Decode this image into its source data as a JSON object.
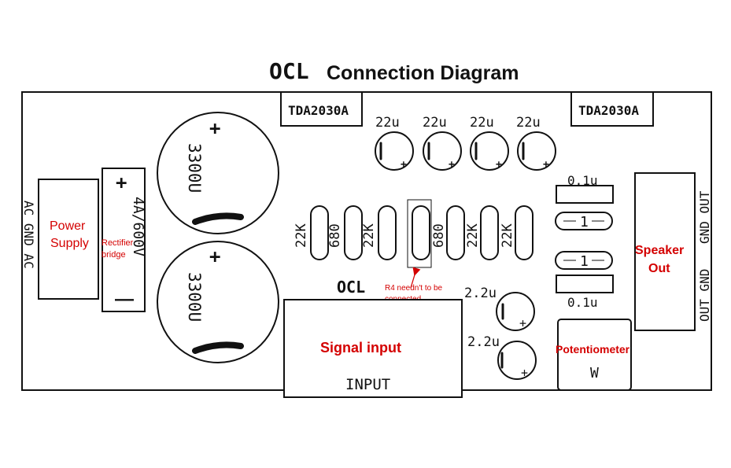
{
  "title": {
    "prefix": "OCL",
    "main": "Connection Diagram"
  },
  "chips": {
    "left": "TDA2030A",
    "right": "TDA2030A"
  },
  "capacitors": {
    "large_top": "3300U",
    "large_bottom": "3300U",
    "polarity_plus": "+",
    "small_22u": [
      "22u",
      "22u",
      "22u",
      "22u"
    ],
    "small_22u_plus": "+",
    "c22a": "2.2u",
    "c22b": "2.2u",
    "c01_top": "0.1u",
    "c01_bottom": "0.1u"
  },
  "resistors": {
    "values": [
      "22K",
      "680",
      "22K",
      "",
      "680",
      "22K",
      "22K"
    ],
    "one_top": "1",
    "one_bottom": "1"
  },
  "rectifier": {
    "rating": "4A/600V",
    "plus": "+",
    "minus": "—",
    "label_line1": "Rectifier",
    "label_line2": "bridge"
  },
  "power_supply": {
    "pins": "AC GND AC",
    "label_line1": "Power",
    "label_line2": "Supply"
  },
  "board_ocl": "OCL",
  "r4_note": {
    "line1": "R4 needn't to be",
    "line2": "connected"
  },
  "signal_input": {
    "label": "Signal input",
    "pin_text": "INPUT"
  },
  "potentiometer": {
    "label": "Potentiometer",
    "pin_text": "W"
  },
  "speaker": {
    "label_line1": "Speaker",
    "label_line2": "Out",
    "pins_top": "GND OUT",
    "pins_bottom": "OUT GND"
  },
  "colors": {
    "annotation": "#d40000",
    "ink": "#111111"
  }
}
